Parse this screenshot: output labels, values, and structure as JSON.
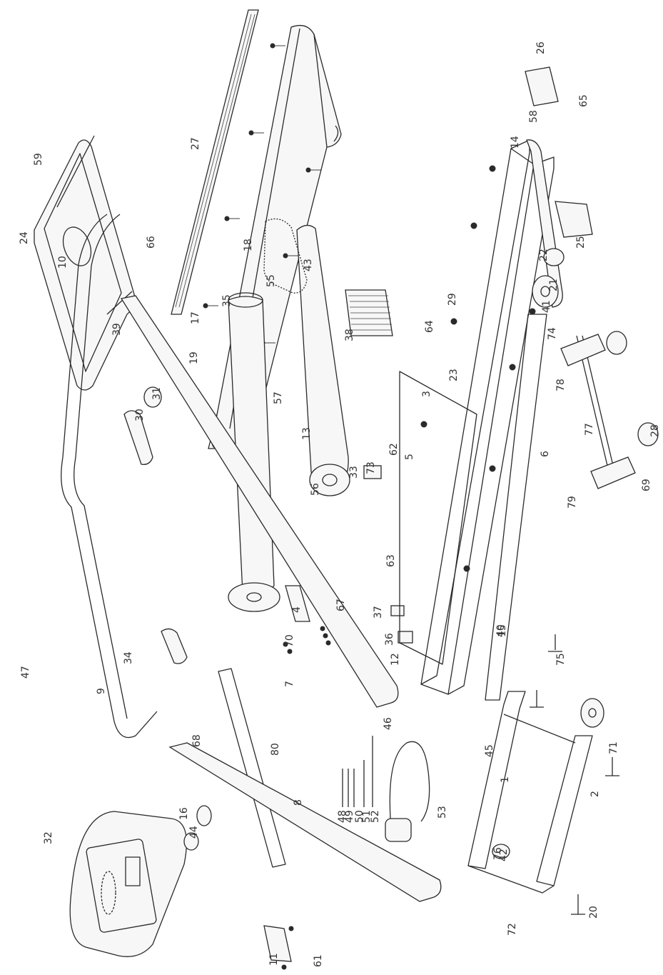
{
  "diagram": {
    "callouts": [
      "1",
      "2",
      "3",
      "4",
      "5",
      "6",
      "7",
      "8",
      "9",
      "10",
      "11",
      "12",
      "13",
      "14",
      "15",
      "16",
      "17",
      "18",
      "19",
      "20",
      "21",
      "22",
      "23",
      "24",
      "25",
      "26",
      "27",
      "28",
      "29",
      "30",
      "31",
      "32",
      "33",
      "34",
      "35",
      "36",
      "37",
      "38",
      "39",
      "40",
      "41",
      "42",
      "43",
      "44",
      "45",
      "46",
      "47",
      "48",
      "49",
      "50",
      "51",
      "52",
      "53",
      "55",
      "56",
      "57",
      "58",
      "59",
      "61",
      "62",
      "63",
      "64",
      "65",
      "66",
      "67",
      "68",
      "69",
      "70",
      "71",
      "72",
      "73",
      "74",
      "75",
      "76",
      "77",
      "78",
      "79",
      "80"
    ],
    "parts": [
      {
        "id": "rail-27",
        "name": "side rail",
        "callout": "27"
      },
      {
        "id": "rail-19",
        "name": "side rail",
        "callout": "19"
      },
      {
        "id": "deck-17",
        "name": "running deck",
        "callout": "17"
      },
      {
        "id": "motor-hood-24",
        "name": "motor hood",
        "callout": "24"
      },
      {
        "id": "roller-13",
        "name": "rear roller",
        "callout": "13"
      },
      {
        "id": "motor-35",
        "name": "drive motor",
        "callout": "35"
      },
      {
        "id": "belt-18",
        "name": "drive belt",
        "callout": "18"
      },
      {
        "id": "controller-38",
        "name": "controller board",
        "callout": "38"
      },
      {
        "id": "frame-3",
        "name": "main frame",
        "callout": "3"
      },
      {
        "id": "base-frame-1",
        "name": "base frame",
        "callout": "1"
      },
      {
        "id": "handrail-9-10",
        "name": "handrail",
        "callout": "9"
      },
      {
        "id": "upright-7",
        "name": "upright",
        "callout": "7"
      },
      {
        "id": "upright-8",
        "name": "upright",
        "callout": "8"
      },
      {
        "id": "console-32",
        "name": "console",
        "callout": "32"
      },
      {
        "id": "power-cord-53",
        "name": "power cord",
        "callout": "53"
      },
      {
        "id": "wheel-21",
        "name": "wheel",
        "callout": "21"
      },
      {
        "id": "wheel-74",
        "name": "wheel",
        "callout": "74"
      },
      {
        "id": "wheel-28",
        "name": "wheel",
        "callout": "28"
      },
      {
        "id": "axle-77",
        "name": "axle",
        "callout": "77"
      },
      {
        "id": "end-cap-26",
        "name": "end cap",
        "callout": "26"
      },
      {
        "id": "end-cap-25",
        "name": "end cap",
        "callout": "25"
      }
    ]
  }
}
